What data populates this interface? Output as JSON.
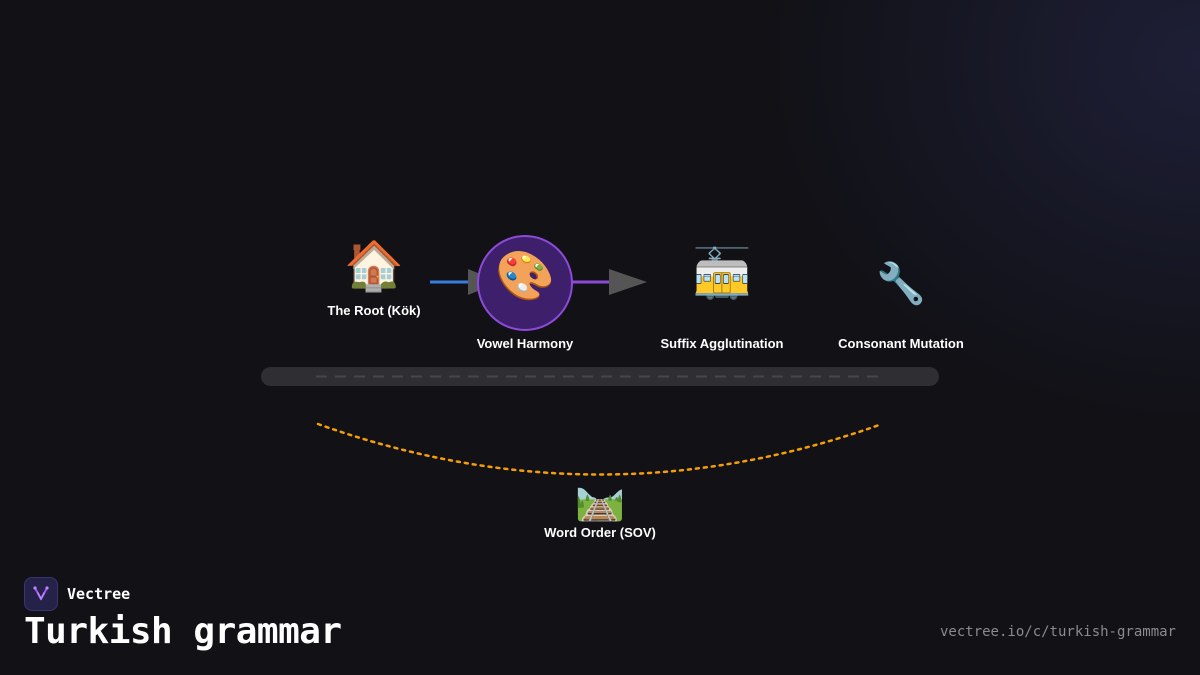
{
  "diagram": {
    "nodes": [
      {
        "id": "root",
        "icon": "house-icon",
        "glyph": "🏠",
        "label": "The Root (Kök)"
      },
      {
        "id": "vowel",
        "icon": "palette-icon",
        "glyph": "🎨",
        "label": "Vowel Harmony"
      },
      {
        "id": "suffix",
        "icon": "tram-icon",
        "glyph": "🚋",
        "label": "Suffix Agglutination"
      },
      {
        "id": "consonant",
        "icon": "wrench-icon",
        "glyph": "🔧",
        "label": "Consonant Mutation"
      },
      {
        "id": "order",
        "icon": "railway-track-icon",
        "glyph": "🛤️",
        "label": "Word Order (SOV)"
      }
    ],
    "colors": {
      "arrow_blue": "#3b7ddd",
      "arrow_purple": "#8b4bd8",
      "arrowhead": "#555555",
      "track": "#2e2e33",
      "track_dash": "#46464c",
      "curve": "#f59e0b",
      "highlight_fill": "#3e1f6b",
      "highlight_border": "#8b4bd8"
    }
  },
  "brand": {
    "logo_icon": "vectree-logo-icon",
    "name": "Vectree",
    "accent": "#a855f7"
  },
  "page": {
    "title": "Turkish grammar",
    "url": "vectree.io/c/turkish-grammar"
  }
}
